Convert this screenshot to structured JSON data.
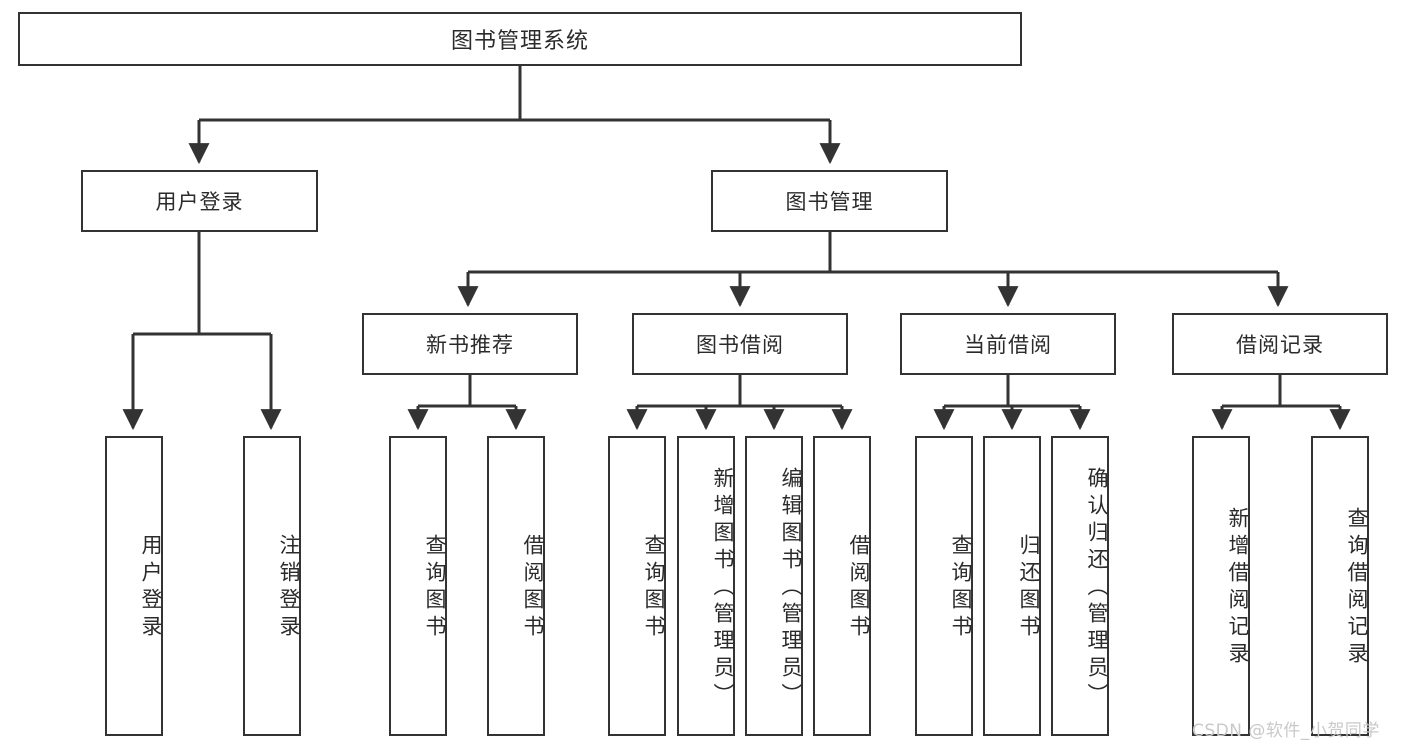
{
  "diagram": {
    "title": "图书管理系统",
    "type": "tree-hierarchy",
    "root": {
      "label": "图书管理系统"
    },
    "level2": [
      {
        "id": "user-login",
        "label": "用户登录"
      },
      {
        "id": "book-management",
        "label": "图书管理"
      }
    ],
    "level3": [
      {
        "id": "new-book-recommend",
        "label": "新书推荐"
      },
      {
        "id": "book-borrow",
        "label": "图书借阅"
      },
      {
        "id": "current-borrow",
        "label": "当前借阅"
      },
      {
        "id": "borrow-record",
        "label": "借阅记录"
      }
    ],
    "leaves": {
      "user_login": [
        {
          "id": "leaf-user-login",
          "label": "用户登录"
        },
        {
          "id": "leaf-logout",
          "label": "注销登录"
        }
      ],
      "new_book_recommend": [
        {
          "id": "leaf-query-book-1",
          "label": "查询图书"
        },
        {
          "id": "leaf-borrow-book-1",
          "label": "借阅图书"
        }
      ],
      "book_borrow": [
        {
          "id": "leaf-query-book-2",
          "label": "查询图书"
        },
        {
          "id": "leaf-add-book",
          "label": "新增图书（管理员）"
        },
        {
          "id": "leaf-edit-book",
          "label": "编辑图书（管理员）"
        },
        {
          "id": "leaf-borrow-book-2",
          "label": "借阅图书"
        }
      ],
      "current_borrow": [
        {
          "id": "leaf-query-book-3",
          "label": "查询图书"
        },
        {
          "id": "leaf-return-book",
          "label": "归还图书"
        },
        {
          "id": "leaf-confirm-return",
          "label": "确认归还（管理员）"
        }
      ],
      "borrow_record": [
        {
          "id": "leaf-add-record",
          "label": "新增借阅记录"
        },
        {
          "id": "leaf-query-record",
          "label": "查询借阅记录"
        }
      ]
    }
  },
  "watermark": {
    "text": "CSDN @软件_小贺同学"
  },
  "colors": {
    "stroke": "#333333",
    "background": "#ffffff",
    "text": "#2b2b2b",
    "watermark": "#c9c9c9"
  }
}
